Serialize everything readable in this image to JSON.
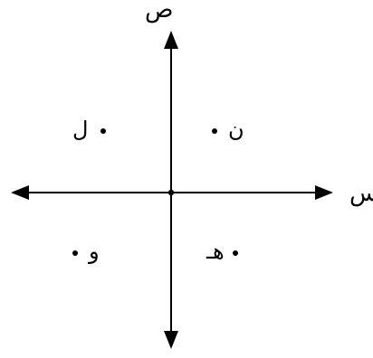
{
  "diagram": {
    "axes": {
      "x_label": "س",
      "y_label": "ص"
    },
    "points": [
      {
        "id": "L",
        "label": "ل",
        "quadrant": "II"
      },
      {
        "id": "N",
        "label": "ن",
        "quadrant": "I"
      },
      {
        "id": "W",
        "label": "و",
        "quadrant": "III"
      },
      {
        "id": "H",
        "label": "هـ",
        "quadrant": "IV"
      }
    ],
    "colors": {
      "ink": "#000000",
      "background": "#ffffff"
    }
  }
}
